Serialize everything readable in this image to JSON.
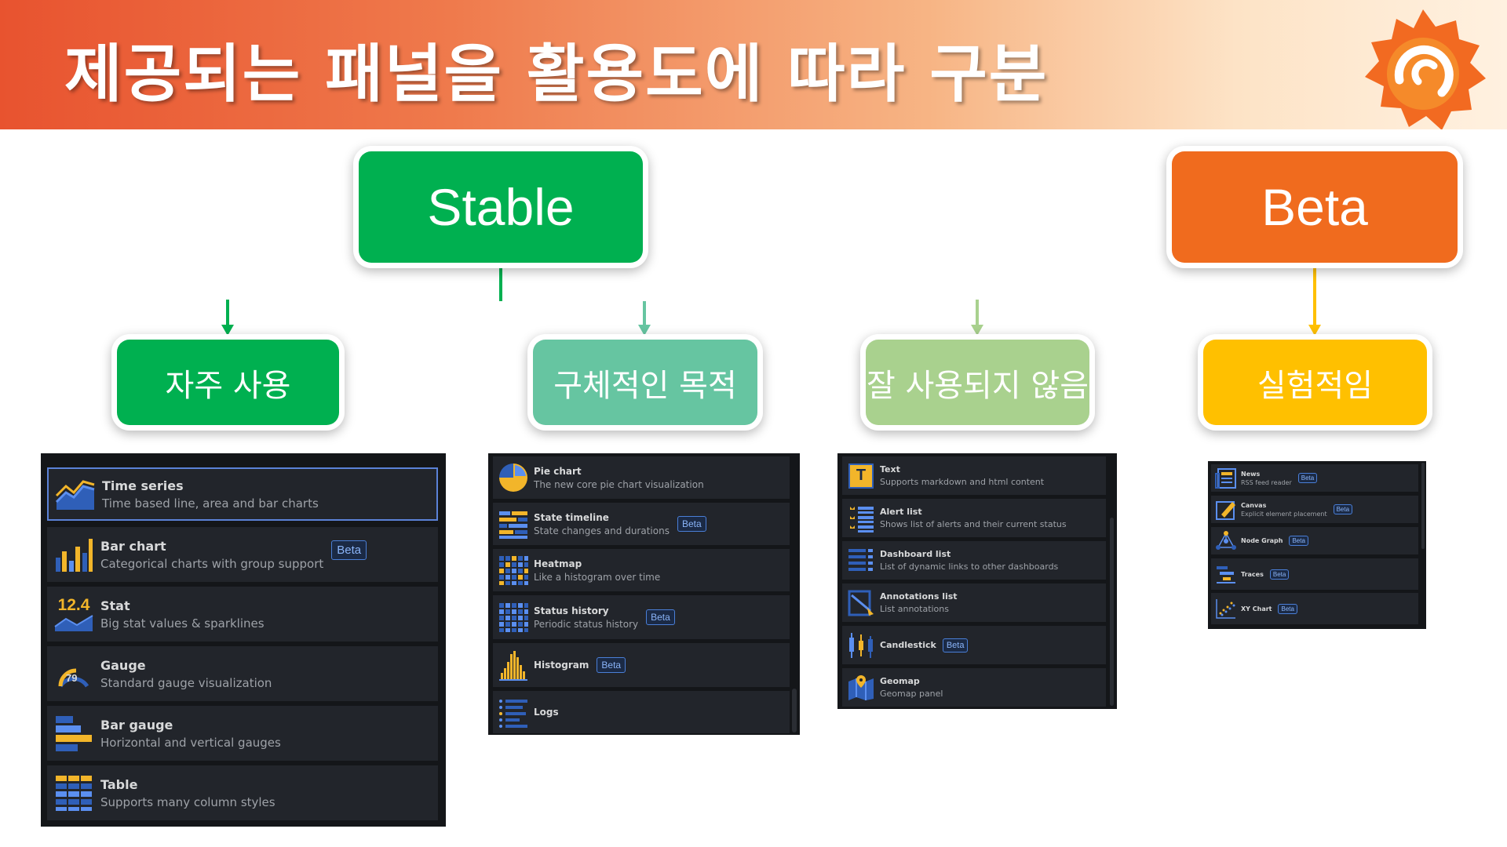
{
  "header": {
    "title": "제공되는 패널을 활용도에 따라 구분"
  },
  "boxes": {
    "stable": "Stable",
    "beta": "Beta",
    "frequent": "자주 사용",
    "specific": "구체적인 목적",
    "rare": "잘 사용되지 않음",
    "experimental": "실험적임"
  },
  "colors": {
    "stable": "#00b050",
    "beta": "#f06b1e",
    "frequent": "#00b050",
    "specific": "#66c5a1",
    "rare": "#a9d18e",
    "experimental": "#ffc000",
    "panel_bg": "#141619",
    "row_bg": "#22252b",
    "badge_border": "#4a7fd8"
  },
  "panel_frequent": {
    "items": [
      {
        "title": "Time series",
        "desc": "Time based line, area and bar charts",
        "icon": "time-series-icon",
        "selected": true
      },
      {
        "title": "Bar chart",
        "desc": "Categorical charts with group support",
        "icon": "bar-chart-icon",
        "badge": "Beta"
      },
      {
        "title": "Stat",
        "desc": "Big stat values & sparklines",
        "icon": "stat-icon",
        "icon_text": "12.4"
      },
      {
        "title": "Gauge",
        "desc": "Standard gauge visualization",
        "icon": "gauge-icon",
        "icon_text": "79"
      },
      {
        "title": "Bar gauge",
        "desc": "Horizontal and vertical gauges",
        "icon": "bar-gauge-icon"
      },
      {
        "title": "Table",
        "desc": "Supports many column styles",
        "icon": "table-icon"
      }
    ]
  },
  "panel_specific": {
    "items": [
      {
        "title": "Pie chart",
        "desc": "The new core pie chart visualization",
        "icon": "pie-chart-icon"
      },
      {
        "title": "State timeline",
        "desc": "State changes and durations",
        "icon": "state-timeline-icon",
        "badge": "Beta"
      },
      {
        "title": "Heatmap",
        "desc": "Like a histogram over time",
        "icon": "heatmap-icon"
      },
      {
        "title": "Status history",
        "desc": "Periodic status history",
        "icon": "status-history-icon",
        "badge": "Beta"
      },
      {
        "title": "Histogram",
        "desc": "",
        "icon": "histogram-icon",
        "badge": "Beta"
      },
      {
        "title": "Logs",
        "desc": "",
        "icon": "logs-icon"
      }
    ]
  },
  "panel_rare": {
    "items": [
      {
        "title": "Text",
        "desc": "Supports markdown and html content",
        "icon": "text-icon",
        "icon_text": "T"
      },
      {
        "title": "Alert list",
        "desc": "Shows list of alerts and their current status",
        "icon": "alert-list-icon"
      },
      {
        "title": "Dashboard list",
        "desc": "List of dynamic links to other dashboards",
        "icon": "dashboard-list-icon"
      },
      {
        "title": "Annotations list",
        "desc": "List annotations",
        "icon": "annotations-list-icon"
      },
      {
        "title": "Candlestick",
        "desc": "",
        "icon": "candlestick-icon",
        "badge": "Beta"
      },
      {
        "title": "Geomap",
        "desc": "Geomap panel",
        "icon": "geomap-icon"
      }
    ]
  },
  "panel_experimental": {
    "items": [
      {
        "title": "News",
        "desc": "RSS feed reader",
        "icon": "news-icon",
        "badge": "Beta"
      },
      {
        "title": "Canvas",
        "desc": "Explicit element placement",
        "icon": "canvas-icon",
        "badge": "Beta"
      },
      {
        "title": "Node Graph",
        "desc": "",
        "icon": "node-graph-icon",
        "badge": "Beta"
      },
      {
        "title": "Traces",
        "desc": "",
        "icon": "traces-icon",
        "badge": "Beta"
      },
      {
        "title": "XY Chart",
        "desc": "",
        "icon": "xy-chart-icon",
        "badge": "Beta"
      }
    ]
  }
}
